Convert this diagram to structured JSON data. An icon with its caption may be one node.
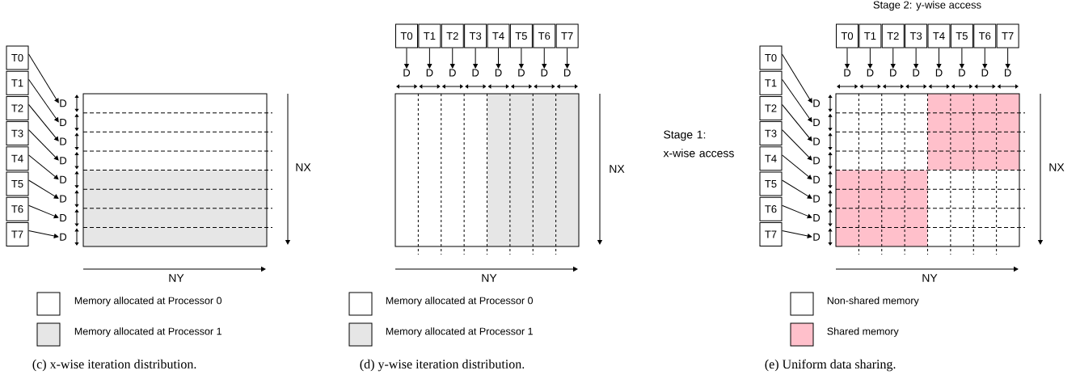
{
  "diagram": {
    "nodes": [
      {
        "text": [
          "T0"
        ]
      },
      {
        "text": [
          "T1"
        ]
      },
      {
        "text": [
          "T2"
        ]
      },
      {
        "text": [
          "T3"
        ]
      },
      {
        "text": [
          "T4"
        ]
      },
      {
        "text": [
          "T5"
        ]
      },
      {
        "text": [
          "T6"
        ]
      },
      {
        "text": [
          "T7"
        ]
      },
      {
        "text": [
          "D"
        ]
      },
      {
        "text": [
          "D"
        ]
      },
      {
        "text": [
          "D"
        ]
      },
      {
        "text": [
          "D"
        ]
      },
      {
        "text": [
          "D"
        ]
      },
      {
        "text": [
          "D"
        ]
      },
      {
        "text": [
          "D"
        ]
      },
      {
        "text": [
          "D"
        ]
      },
      {
        "text": [
          "T0"
        ]
      },
      {
        "text": [
          "T1"
        ]
      },
      {
        "text": [
          "T2"
        ]
      },
      {
        "text": [
          "T3"
        ]
      },
      {
        "text": [
          "T4"
        ]
      },
      {
        "text": [
          "T5"
        ]
      },
      {
        "text": [
          "T6"
        ]
      },
      {
        "text": [
          "T7"
        ]
      },
      {
        "text": [
          "D"
        ]
      },
      {
        "text": [
          "D"
        ]
      },
      {
        "text": [
          "D"
        ]
      },
      {
        "text": [
          "D"
        ]
      },
      {
        "text": [
          "D"
        ]
      },
      {
        "text": [
          "D"
        ]
      },
      {
        "text": [
          "D"
        ]
      },
      {
        "text": [
          "D"
        ]
      },
      {
        "text": [
          "T0"
        ]
      },
      {
        "text": [
          "T1"
        ]
      },
      {
        "text": [
          "T2"
        ]
      },
      {
        "text": [
          "T3"
        ]
      },
      {
        "text": [
          "T4"
        ]
      },
      {
        "text": [
          "T5"
        ]
      },
      {
        "text": [
          "T6"
        ]
      },
      {
        "text": [
          "T7"
        ]
      },
      {
        "text": [
          "D"
        ]
      },
      {
        "text": [
          "D"
        ]
      },
      {
        "text": [
          "D"
        ]
      },
      {
        "text": [
          "D"
        ]
      },
      {
        "text": [
          "D"
        ]
      },
      {
        "text": [
          "D"
        ]
      },
      {
        "text": [
          "D"
        ]
      },
      {
        "text": [
          "D"
        ]
      },
      {
        "text": [
          "T0"
        ]
      },
      {
        "text": [
          "T1"
        ]
      },
      {
        "text": [
          "T2"
        ]
      },
      {
        "text": [
          "T3"
        ]
      },
      {
        "text": [
          "T4"
        ]
      },
      {
        "text": [
          "T5"
        ]
      },
      {
        "text": [
          "T6"
        ]
      },
      {
        "text": [
          "T7"
        ]
      },
      {
        "text": [
          "D"
        ]
      },
      {
        "text": [
          "D"
        ]
      },
      {
        "text": [
          "D"
        ]
      },
      {
        "text": [
          "D"
        ]
      },
      {
        "text": [
          "D"
        ]
      },
      {
        "text": [
          "D"
        ]
      },
      {
        "text": [
          "D"
        ]
      },
      {
        "text": [
          "D"
        ]
      }
    ],
    "edges": [
      {
        "from": 0,
        "to": 8,
        "arrow": "to"
      },
      {
        "from": 1,
        "to": 9,
        "arrow": "to"
      },
      {
        "from": 2,
        "to": 10,
        "arrow": "to"
      },
      {
        "from": 3,
        "to": 11,
        "arrow": "to"
      },
      {
        "from": 4,
        "to": 12,
        "arrow": "to"
      },
      {
        "from": 5,
        "to": 13,
        "arrow": "to"
      },
      {
        "from": 6,
        "to": 14,
        "arrow": "to"
      },
      {
        "from": 7,
        "to": 15,
        "arrow": "to"
      },
      {
        "from": 16,
        "to": 24,
        "arrow": "to"
      },
      {
        "from": 17,
        "to": 25,
        "arrow": "to"
      },
      {
        "from": 18,
        "to": 26,
        "arrow": "to"
      },
      {
        "from": 19,
        "to": 27,
        "arrow": "to"
      },
      {
        "from": 20,
        "to": 28,
        "arrow": "to"
      },
      {
        "from": 21,
        "to": 29,
        "arrow": "to"
      },
      {
        "from": 22,
        "to": 30,
        "arrow": "to"
      },
      {
        "from": 23,
        "to": 31,
        "arrow": "to"
      },
      {
        "from": 32,
        "to": 40,
        "arrow": "to"
      },
      {
        "from": 33,
        "to": 41,
        "arrow": "to"
      },
      {
        "from": 34,
        "to": 42,
        "arrow": "to"
      },
      {
        "from": 35,
        "to": 43,
        "arrow": "to"
      },
      {
        "from": 36,
        "to": 44,
        "arrow": "to"
      },
      {
        "from": 37,
        "to": 45,
        "arrow": "to"
      },
      {
        "from": 38,
        "to": 46,
        "arrow": "to"
      },
      {
        "from": 39,
        "to": 47,
        "arrow": "to"
      },
      {
        "from": 48,
        "to": 56,
        "arrow": "to"
      },
      {
        "from": 49,
        "to": 57,
        "arrow": "to"
      },
      {
        "from": 50,
        "to": 58,
        "arrow": "to"
      },
      {
        "from": 51,
        "to": 59,
        "arrow": "to"
      },
      {
        "from": 52,
        "to": 60,
        "arrow": "to"
      },
      {
        "from": 53,
        "to": 61,
        "arrow": "to"
      },
      {
        "from": 54,
        "to": 62,
        "arrow": "to"
      },
      {
        "from": 55,
        "to": 63,
        "arrow": "to"
      }
    ],
    "labels": [
      "Stage 2: y-wise access",
      "Stage 1: x-wise access",
      "NX",
      "NX",
      "NX",
      "NY",
      "NY",
      "NY",
      "(c) x-wise iteration distribution.",
      "(d) y-wise iteration distribution.",
      "(e) Uniform data sharing."
    ],
    "legend": [
      {
        "text": "Memory allocated at Processor 0"
      },
      {
        "text": "Memory allocated at Processor 1",
        "color": "#e6e6e6"
      },
      {
        "text": "Memory allocated at Processor 0"
      },
      {
        "text": "Memory allocated at Processor 1",
        "color": "#e6e6e6"
      },
      {
        "text": "Non-shared memory"
      },
      {
        "text": "Shared memory",
        "color": "#ffc0cb"
      }
    ]
  }
}
